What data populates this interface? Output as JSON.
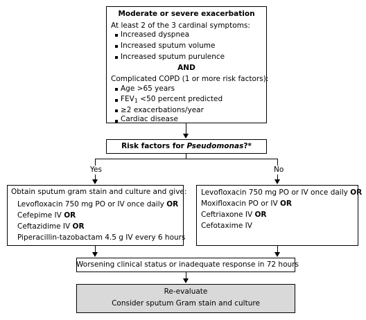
{
  "top": {
    "title": "Moderate or severe exacerbation",
    "cardinal_intro": "At least 2 of the 3 cardinal symptoms:",
    "symptoms": [
      "Increased dyspnea",
      "Increased sputum volume",
      "Increased sputum purulence"
    ],
    "and": "AND",
    "risk_intro": "Complicated COPD (1 or more risk factors):",
    "risk_factors": [
      "Age >65 years",
      "FEV",
      "1",
      " <50 percent predicted",
      "≥2 exacerbations/year",
      "Cardiac disease"
    ]
  },
  "question": {
    "prefix": "Risk factors for ",
    "italic": "Pseudomonas",
    "suffix": "?*"
  },
  "yes_label": "Yes",
  "no_label": "No",
  "left": {
    "intro": "Obtain sputum gram stain and culture and give:",
    "items": [
      "Levofloxacin 750 mg PO or IV once daily",
      "Cefepime IV",
      "Ceftazidime IV",
      "Piperacillin-tazobactam 4.5 g IV every 6 hours"
    ],
    "or": "OR"
  },
  "right": {
    "items": [
      "Levofloxacin 750 mg PO or IV once daily",
      "Moxifloxacin PO or IV",
      "Ceftriaxone IV",
      "Cefotaxime IV"
    ],
    "or": "OR"
  },
  "worsening": "Worsening clinical status or inadequate response in 72 hours",
  "reevaluate": {
    "line1": "Re-evaluate",
    "line2": "Consider sputum Gram stain and culture",
    "fill": "#d9d9d9"
  }
}
